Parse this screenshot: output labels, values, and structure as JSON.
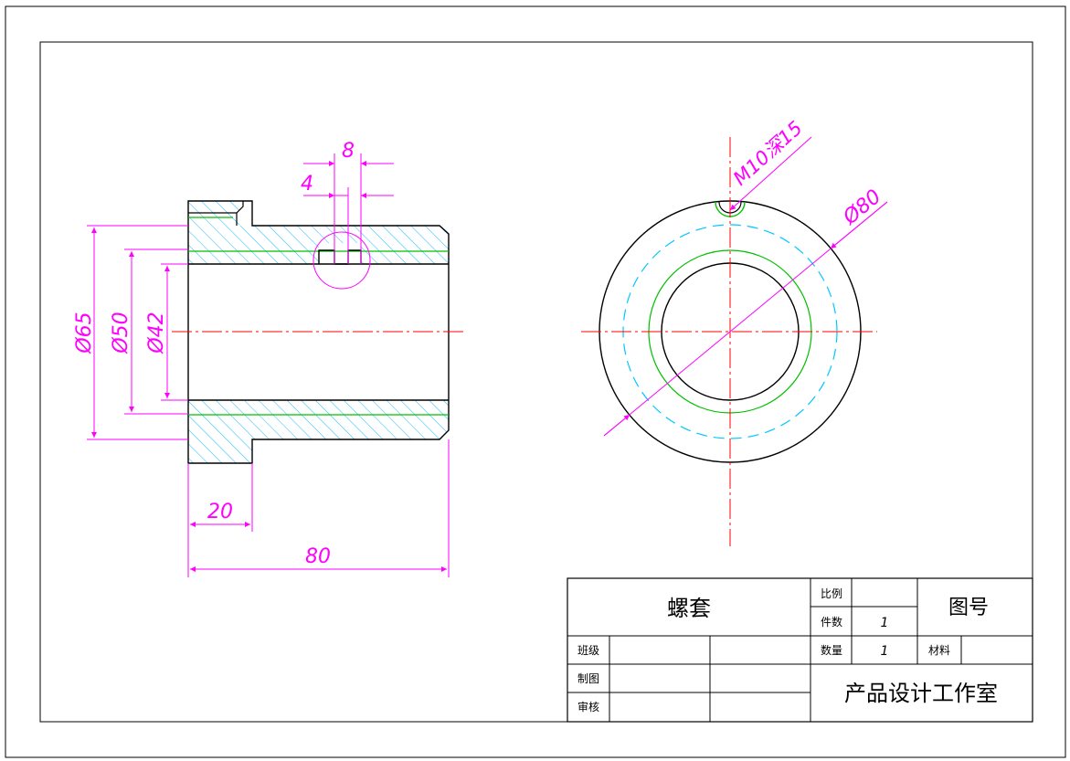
{
  "colors": {
    "outline": "#000000",
    "dimension": "#ff00ff",
    "centerline": "#ff0000",
    "hatch": "#00b4ff",
    "thread": "#00c000",
    "hidden": "#00c8ff"
  },
  "dimensions": {
    "d65": "Ø65",
    "d50": "Ø50",
    "d42": "Ø42",
    "len20": "20",
    "len80": "80",
    "slot8": "8",
    "slot4": "4",
    "thread": "M10深15",
    "d80": "Ø80"
  },
  "title_block": {
    "part_name": "螺套",
    "scale_label": "比例",
    "scale_value": "",
    "pieces_label": "件数",
    "pieces_value": "1",
    "quantity_label": "数量",
    "quantity_value": "1",
    "drawing_no_label": "图号",
    "material_label": "材料",
    "material_value": "",
    "class_label": "班级",
    "drawn_label": "制图",
    "checked_label": "审核",
    "studio": "产品设计工作室"
  }
}
